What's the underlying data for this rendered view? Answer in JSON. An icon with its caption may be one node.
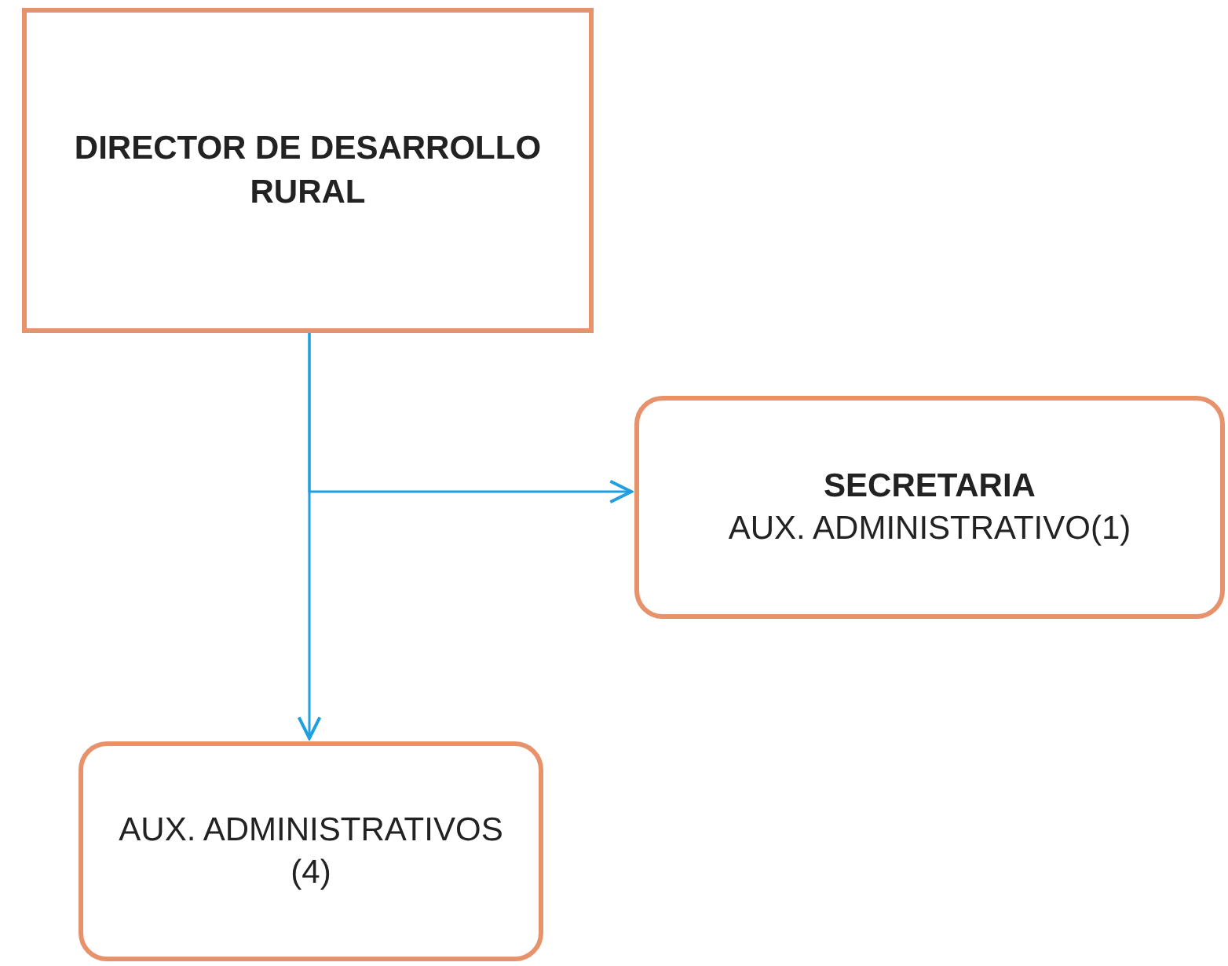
{
  "diagram": {
    "nodes": [
      {
        "text": [
          "DIRECTOR DE DESARROLLO RURAL"
        ]
      },
      {
        "text": [
          "SECRETARIA",
          "AUX. ADMINISTRATIVO(1)"
        ]
      },
      {
        "text": [
          "AUX. ADMINISTRATIVOS (4)"
        ]
      }
    ],
    "edges": [
      {
        "from": 0,
        "to": 1,
        "arrow": "to"
      },
      {
        "from": 0,
        "to": 2,
        "arrow": "to"
      }
    ]
  }
}
